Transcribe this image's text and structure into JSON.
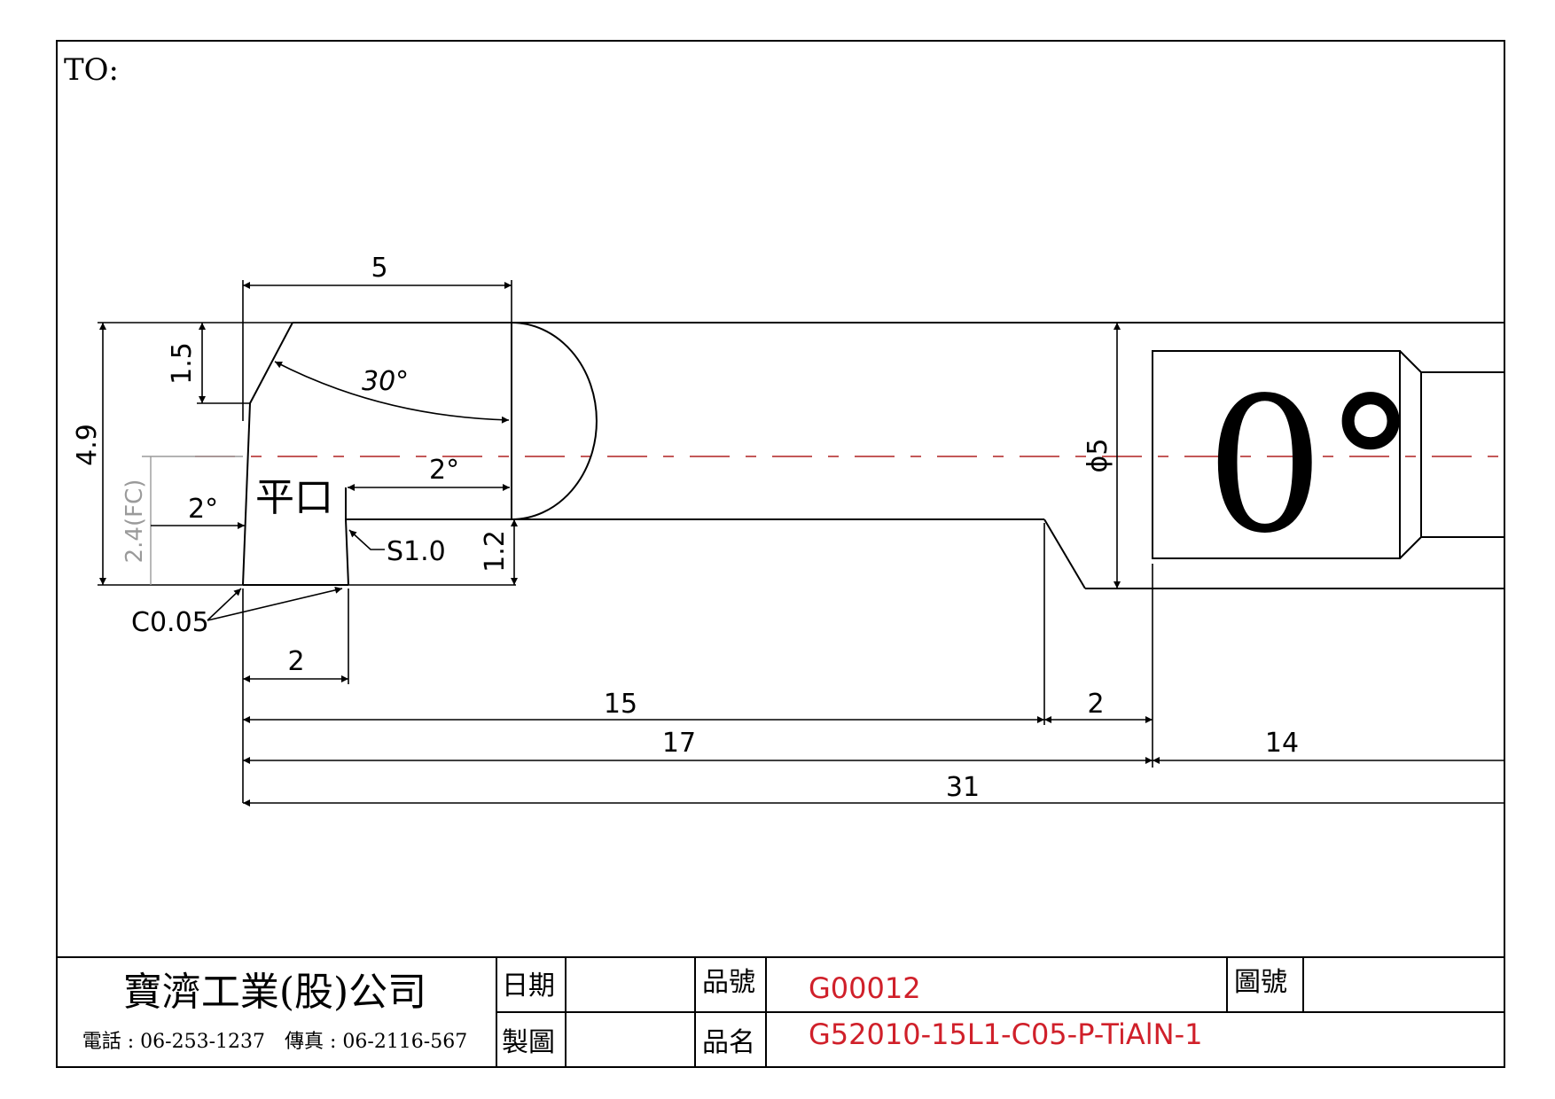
{
  "header": {
    "to_label": "TO:"
  },
  "drawing": {
    "flat_label": "平口",
    "big_angle_label": "0°",
    "center_line_color": "#b02020",
    "dimensions": {
      "top_width": "5",
      "chamfer_height": "1.5",
      "angle_30": "30°",
      "total_height": "4.9",
      "fc_height": "2.4(FC)",
      "angle_2_left": "2°",
      "angle_2_right": "2°",
      "step_height": "1.2",
      "radius": "S1.0",
      "chamfer": "C0.05",
      "diameter": "ϕ5",
      "tip_width": "2",
      "neck_length": "15",
      "transition": "2",
      "overall_17": "17",
      "shank_14": "14",
      "overall_31": "31"
    }
  },
  "title_block": {
    "company": "寶濟工業(股)公司",
    "contact": "電話 : 06-253-1237　傳真 : 06-2116-567",
    "date_label": "日期",
    "date_value": "",
    "drawn_label": "製圖",
    "drawn_value": "",
    "part_no_label": "品號",
    "part_no_value": "G00012",
    "part_name_label": "品名",
    "part_name_value": "G52010-15L1-C05-P-TiAlN-1",
    "drawing_no_label": "圖號",
    "drawing_no_value": "",
    "accent_color": "#d0202a"
  }
}
